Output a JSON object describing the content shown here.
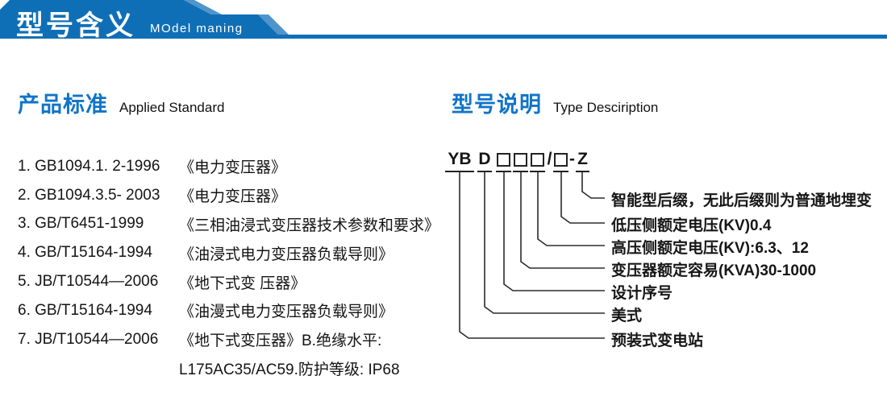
{
  "header": {
    "title": "型号含义",
    "subtitle": "MOdel maning"
  },
  "colors": {
    "banner_blue": "#0f6fb6",
    "banner_light_blue": "#4f95cc",
    "section_title_blue": "#1174c8",
    "text_black": "#141414"
  },
  "sections": {
    "left": {
      "title_zh": "产品标准",
      "title_en": "Applied Standard"
    },
    "right": {
      "title_zh": "型号说明",
      "title_en": "Type Desciription"
    }
  },
  "standards": {
    "items": [
      {
        "code": "1. GB1094.1. 2-1996",
        "title": "《电力变压器》"
      },
      {
        "code": "2. GB1094.3.5- 2003",
        "title": "《电力变压器》"
      },
      {
        "code": "3. GB/T6451-1999",
        "title": "《三相油浸式变压器技术参数和要求》"
      },
      {
        "code": "4. GB/T15164-1994",
        "title": "《油浸式电力变压器负载导则》"
      },
      {
        "code": "5. JB/T10544—2006",
        "title": "《地下式变 压器》"
      },
      {
        "code": "6. GB/T15164-1994",
        "title": "《油漫式电力变压器负载导则》"
      },
      {
        "code": "7. JB/T10544—2006",
        "title": "《地下式变压器》B.绝缘水平:"
      }
    ],
    "continuation": "L175AC35/AC59.防护等级: IP68"
  },
  "model_code": {
    "prefix": "YB",
    "type_letter": "D",
    "slash": "/",
    "dash": "-",
    "suffix": "Z",
    "labels": [
      "智能型后缀，无此后缀则为普通地埋变",
      "低压侧额定电压(KV)0.4",
      "高压侧额定电压(KV):6.3、12",
      "变压器额定容易(KVA)30-1000",
      "设计序号",
      "美式",
      "预装式变电站"
    ]
  }
}
